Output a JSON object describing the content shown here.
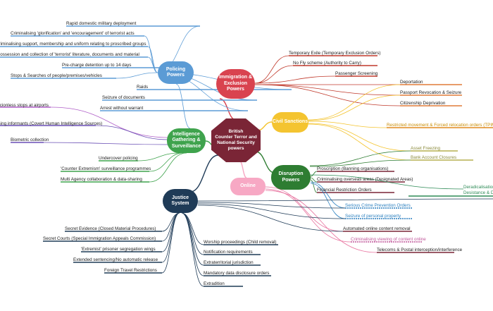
{
  "center": "British\nCounter Terror and\nNational Security\npowers",
  "hubs": {
    "policing": {
      "label": "Policing\nPowers",
      "color": "#5b9bd5"
    },
    "immigration": {
      "label": "Immigration &\nExclusion\nPowers",
      "color": "#d9434f"
    },
    "civil": {
      "label": "Civil Sanctions",
      "color": "#f4c430"
    },
    "intel": {
      "label": "Intelligence\nGathering &\nSurveillance",
      "color": "#3fa34d"
    },
    "disruption": {
      "label": "Disruption\nPowers",
      "color": "#2e7d32"
    },
    "online": {
      "label": "Online",
      "color": "#f7a8c4"
    },
    "justice": {
      "label": "Justice\nSystem",
      "color": "#1f3b57"
    }
  },
  "leaves": {
    "policing": [
      "Rapid domestic military deployment",
      "Criminalising 'glorification' and 'encouragement' of terrorist acts",
      "Criminalising support, membership and uniform relating to proscribed groups",
      "Possession and collection of 'terrorist' literature, documents and material",
      "Pre-charge detention up to 14 days",
      "Stops & Searches of people/premises/vehicles",
      "Raids",
      "Seizure of documents",
      "Arrest without warrant",
      "Suspicionless stops at airports"
    ],
    "intel": [
      "Using informants (Covert Human Intelligence Sources)",
      "Biometric collection",
      "Undercover policing",
      "'Counter Extremism' surveillance programmes",
      "Multi Agency collaboration & data-sharing"
    ],
    "immigration": [
      "Temporary Exile (Temporary Exclusion Orders)",
      "No Fly scheme (Authority to Carry)",
      "Passenger Screening",
      "Deportation",
      "Passport Revocation & Seizure",
      "Citizenship Deprivation"
    ],
    "civil": [
      "Restricted movement & Forced relocation orders (TPIMs)",
      "Asset Freezing",
      "Bank Account Closures"
    ],
    "disruption": [
      "Proscription (Banning organisations)",
      "Criminalising overseas areas (Designated Areas)",
      "Financial Restriction Orders",
      "Deradicalisation",
      "Desistance & Disengagement",
      "Serious Crime Prevention Orders",
      "Seizure of personal property"
    ],
    "online": [
      "Automated online content removal",
      "Criminalising viewing of content online",
      "Telecoms & Postal interception/interference"
    ],
    "justice_left": [
      "Secret Evidence (Closed Material Procedures)",
      "Secret Courts (Special Immigration Appeals Commission)",
      "'Extremist' prisoner segregation wings",
      "Extended sentencing/No automatic release",
      "Foreign Travel Restrictions"
    ],
    "justice_right": [
      "Worship proceedings (Child removal)",
      "Notification requirements",
      "Extraterritorial jurisdiction",
      "Mandatory data disclosure orders",
      "Extradition"
    ]
  }
}
